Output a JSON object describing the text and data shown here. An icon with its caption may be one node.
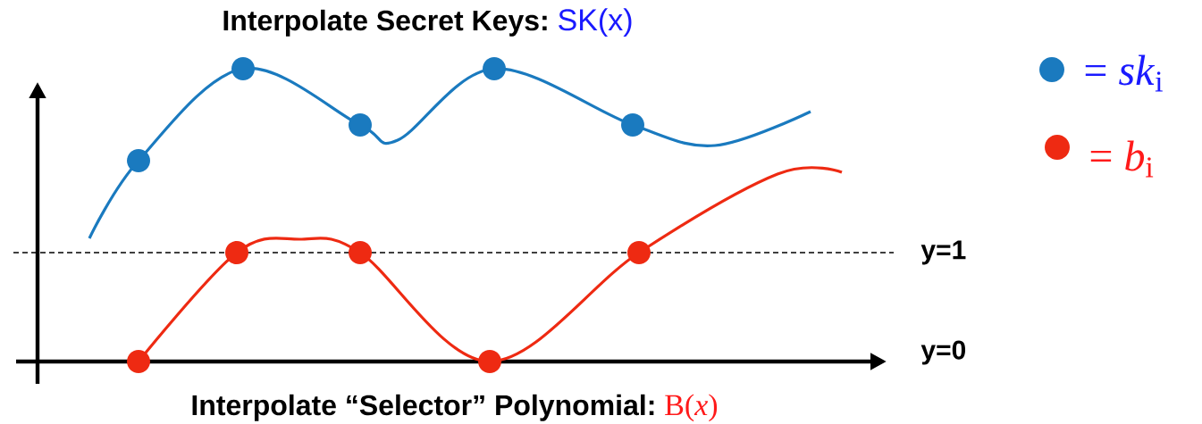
{
  "diagram": {
    "title": "Interpolate Secret Keys:",
    "caption": "Interpolate “Selector” Polynomial:",
    "labels": [
      "SK(x)",
      "y=1",
      "y=0",
      "B(*x*)"
    ],
    "legend": [
      {
        "text": "= *sk*$_{i}$",
        "color": "#1a7abf"
      },
      {
        "text": "= *b*$_{i}$",
        "color": "#ee2a12"
      }
    ]
  }
}
